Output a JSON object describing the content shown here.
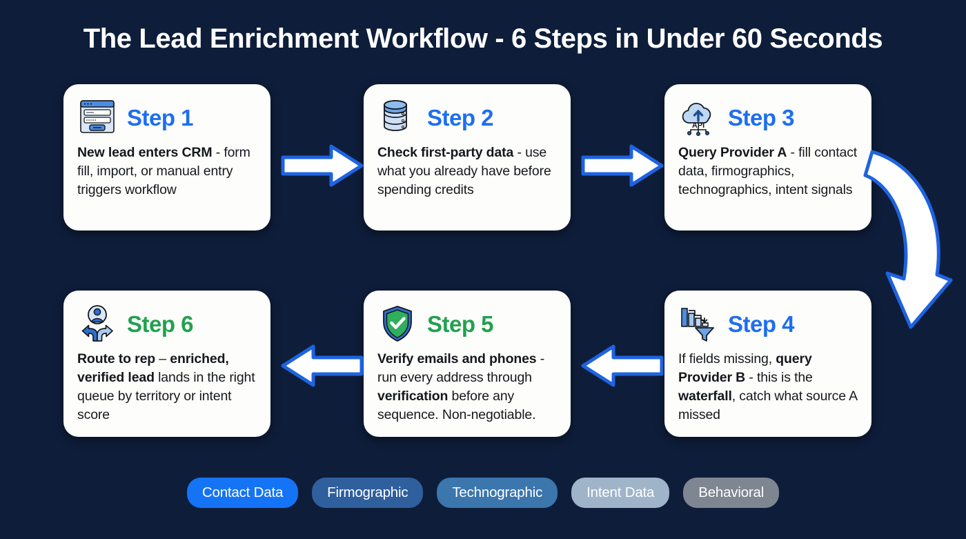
{
  "page": {
    "title": "The Lead Enrichment Workflow - 6 Steps in Under 60 Seconds",
    "background_color": "#0e1d3a"
  },
  "colors": {
    "step_blue": "#1e6ef0",
    "step_green": "#22a04f",
    "card_bg": "#fdfdfb",
    "arrow_fill": "#ffffff",
    "arrow_stroke": "#1f63e0"
  },
  "steps": [
    {
      "id": "step-1",
      "label": "Step 1",
      "label_color": "#1e6ef0",
      "icon": "crm-form-window-icon",
      "body_lead": "New lead enters CRM",
      "body_rest": " - form fill, import, or manual entry triggers workflow"
    },
    {
      "id": "step-2",
      "label": "Step 2",
      "label_color": "#1e6ef0",
      "icon": "database-cylinder-icon",
      "body_lead": "Check first-party data",
      "body_rest": " - use what you already have before spending credits"
    },
    {
      "id": "step-3",
      "label": "Step 3",
      "label_color": "#1e6ef0",
      "icon": "cloud-api-upload-icon",
      "body_lead": "Query Provider A",
      "body_rest": " - fill contact data, firmographics, technographics, intent signals"
    },
    {
      "id": "step-4",
      "label": "Step 4",
      "label_color": "#1e6ef0",
      "icon": "waterfall-bars-funnel-icon",
      "body_plain_1": "If fields missing, ",
      "body_bold_1": "query Provider B",
      "body_plain_2": " - this is the ",
      "body_bold_2": "waterfall",
      "body_plain_3": ", catch what source A missed"
    },
    {
      "id": "step-5",
      "label": "Step 5",
      "label_color": "#22a04f",
      "icon": "shield-check-icon",
      "body_bold_1": "Verify emails and phones",
      "body_plain_1": " - run every address through ",
      "body_bold_2": "verification",
      "body_plain_2": " before any sequence. Non-negotiable."
    },
    {
      "id": "step-6",
      "label": "Step 6",
      "label_color": "#22a04f",
      "icon": "route-person-branch-icon",
      "body_bold_1": "Route to rep",
      "body_plain_1": " – ",
      "body_bold_2": "enriched, verified lead",
      "body_plain_2": " lands in the right queue by territory or intent score"
    }
  ],
  "arrows": [
    {
      "name": "arrow-step1-to-step2",
      "direction": "right"
    },
    {
      "name": "arrow-step2-to-step3",
      "direction": "right"
    },
    {
      "name": "arrow-step3-to-step4",
      "direction": "curve-down"
    },
    {
      "name": "arrow-step4-to-step5",
      "direction": "left"
    },
    {
      "name": "arrow-step5-to-step6",
      "direction": "left"
    }
  ],
  "pills": [
    {
      "label": "Contact Data",
      "color": "#1573f5"
    },
    {
      "label": "Firmographic",
      "color": "#2f5f9c"
    },
    {
      "label": "Technographic",
      "color": "#3b76ad"
    },
    {
      "label": "Intent Data",
      "color": "#9fb4c9"
    },
    {
      "label": "Behavioral",
      "color": "#7d8691"
    }
  ]
}
